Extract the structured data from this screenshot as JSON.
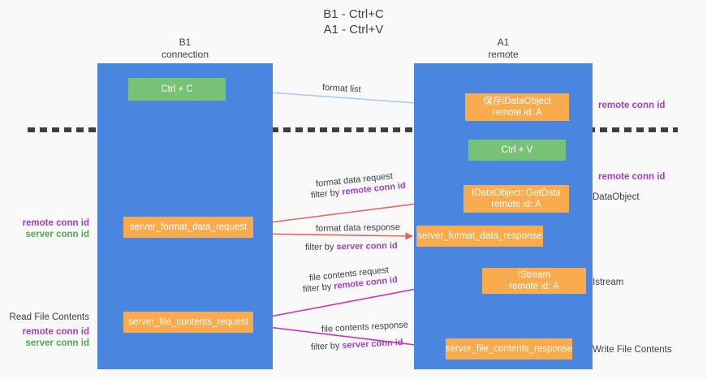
{
  "title": "B1 - Ctrl+C\nA1 - Ctrl+V",
  "columns": {
    "left": {
      "header": "B1\nconnection"
    },
    "right": {
      "header": "A1\nremote"
    }
  },
  "nodes": {
    "ctrl_c": "Ctrl + C",
    "save_idataobject": "保存IDataObject\nremote id: A",
    "ctrl_v": "Ctrl + V",
    "getdata": "IDataObject::GetData\nremote id: A",
    "server_format_data_request": "server_format_data_request",
    "server_format_data_response": "server_format_data_response",
    "istream": "IStream\nremote id: A",
    "server_file_contents_request": "server_file_contents_request",
    "server_file_contents_response": "server_file_contents_response"
  },
  "edge_labels": {
    "format_list": "format list",
    "format_data_request": "format data request",
    "filter_by": "filter by ",
    "remote_conn_id": "remote conn id",
    "format_data_response": "format data response",
    "server_conn_id": "server conn id",
    "file_contents_request": "file contents request",
    "file_contents_response": "file contents response"
  },
  "side_notes": {
    "remote_conn_id_top": "remote conn id",
    "remote_conn_id_mid": "remote conn id",
    "dataobject": "DataObject",
    "istream": "Istream",
    "write_file_contents": "Write File Contents"
  },
  "left_notes": {
    "remote_conn_id": "remote conn id",
    "server_conn_id": "server conn id",
    "read_file_contents": "Read File Contents"
  },
  "colors": {
    "lane": "#4a86e0",
    "node_green": "#77c277",
    "node_orange": "#f9ab4e",
    "accent_purple": "#a13fc4",
    "accent_green": "#52a852",
    "arrow_light_blue": "#a8cdf0",
    "arrow_red": "#e8645a",
    "arrow_magenta": "#cc33bb",
    "arrow_black": "#2b2b2b",
    "background": "#f9f9f9"
  }
}
